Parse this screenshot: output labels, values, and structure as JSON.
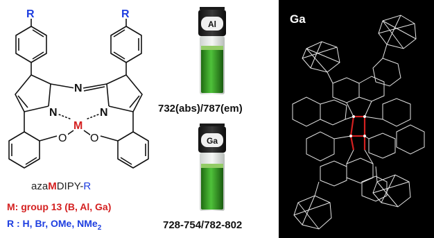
{
  "structure": {
    "substituent_label": "R",
    "nitrogen_label": "N",
    "metal_label": "M",
    "oxygen_label": "O"
  },
  "captions": {
    "name_prefix": "aza",
    "name_metal": "M",
    "name_mid": "DIPY-",
    "name_r": "R",
    "metal_line": "M: group 13 (B, Al, Ga)",
    "substituent_line": "R : H, Br, OMe, NMe",
    "substituent_subscript": "2"
  },
  "vials": [
    {
      "label": "Al",
      "spectra": "732(abs)/787(em)"
    },
    {
      "label": "Ga",
      "spectra": "728-754/782-802"
    }
  ],
  "crystal": {
    "label": "Ga"
  },
  "colors": {
    "metal_red": "#d42020",
    "substituent_blue": "#1e3ee0",
    "solution_green": "#3fae2a",
    "crystal_background": "#000000"
  }
}
